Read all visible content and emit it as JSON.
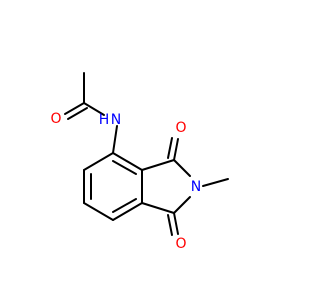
{
  "molecule": {
    "atoms": [
      {
        "id": "O1",
        "symbol": "O",
        "color": "#FF0000"
      },
      {
        "id": "N1",
        "symbol": "N",
        "color": "#0000FF"
      },
      {
        "id": "H1",
        "symbol": "H",
        "color": "#0000FF"
      },
      {
        "id": "O2",
        "symbol": "O",
        "color": "#FF0000"
      },
      {
        "id": "N2",
        "symbol": "N",
        "color": "#0000FF"
      },
      {
        "id": "O3",
        "symbol": "O",
        "color": "#FF0000"
      }
    ],
    "bond_color": "#000000"
  }
}
